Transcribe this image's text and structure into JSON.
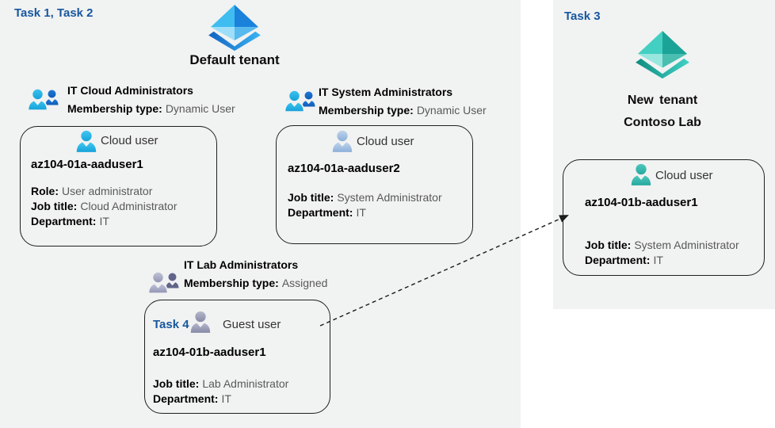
{
  "left_panel": {
    "task_label": "Task 1, Task 2",
    "tenant_name": "Default tenant"
  },
  "right_panel": {
    "task_label": "Task 3",
    "tenant_name_line1": "New tenant",
    "tenant_name_line2": "Contoso Lab"
  },
  "groups": [
    {
      "name": "IT Cloud Administrators",
      "membership_label": "Membership type:",
      "membership_value": "Dynamic User"
    },
    {
      "name": "IT System Administrators",
      "membership_label": "Membership type:",
      "membership_value": "Dynamic User"
    },
    {
      "name": "IT Lab Administrators",
      "membership_label": "Membership type:",
      "membership_value": "Assigned"
    }
  ],
  "user_cards": [
    {
      "type_label": "Cloud user",
      "name": "az104-01a-aaduser1",
      "fields": [
        {
          "label": "Role:",
          "value": "User administrator"
        },
        {
          "label": "Job title:",
          "value": "Cloud Administrator"
        },
        {
          "label": "Department:",
          "value": "IT"
        }
      ]
    },
    {
      "type_label": "Cloud user",
      "name": "az104-01a-aaduser2",
      "fields": [
        {
          "label": "Job title:",
          "value": "System Administrator"
        },
        {
          "label": "Department:",
          "value": "IT"
        }
      ]
    },
    {
      "task_label": "Task 4",
      "type_label": "Guest user",
      "name": "az104-01b-aaduser1",
      "fields": [
        {
          "label": "Job title:",
          "value": "Lab Administrator"
        },
        {
          "label": "Department:",
          "value": "IT"
        }
      ]
    },
    {
      "type_label": "Cloud user",
      "name": "az104-01b-aaduser1",
      "fields": [
        {
          "label": "Job title:",
          "value": "System Administrator"
        },
        {
          "label": "Department:",
          "value": "IT"
        }
      ]
    }
  ],
  "icons": {
    "left_tenant": "azure-ad-tenant-icon-blue",
    "right_tenant": "azure-ad-tenant-icon-teal",
    "group": "group-two-users-icon",
    "cloud_user": "person-icon",
    "guest_user": "person-icon-gray",
    "arrow": "dashed-invite-arrow"
  },
  "colors": {
    "task_text": "#17579e",
    "panel_bg": "#f1f2f2",
    "card_border": "#1f1f1f",
    "value_text": "#595959",
    "cyan_user": "#2bb8e8",
    "steel_user": "#a3c2e6",
    "gray_user": "#9c9fb6",
    "teal_user": "#3bbcb1"
  }
}
